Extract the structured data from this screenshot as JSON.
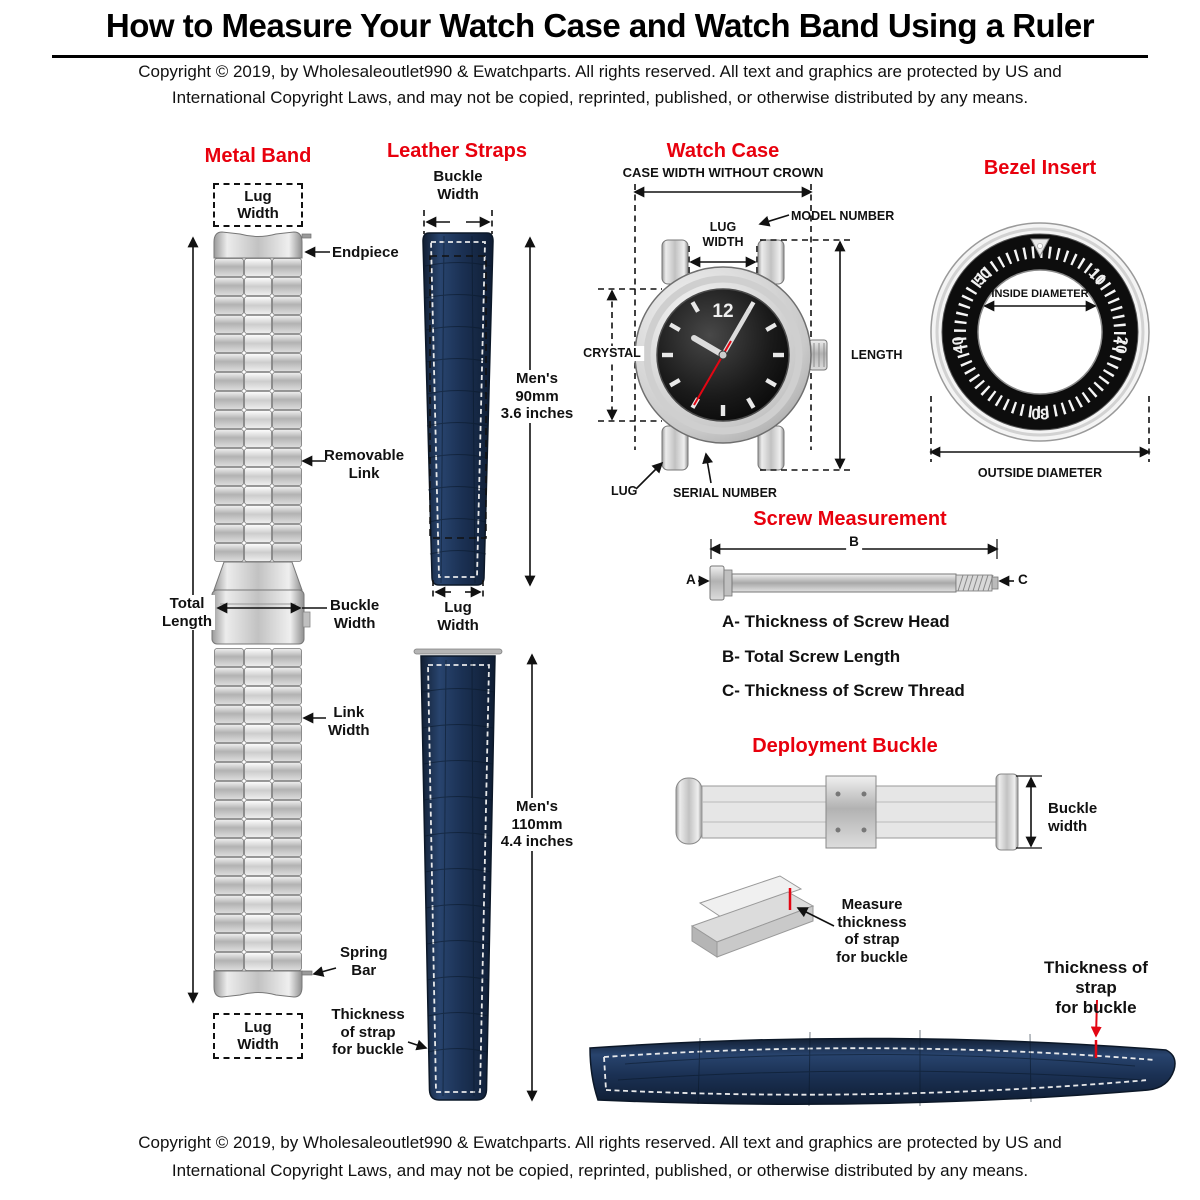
{
  "header": {
    "title": "How to Measure Your Watch Case and Watch Band Using a Ruler",
    "copyright_line1": "Copyright  © 2019, by Wholesaleoutlet990 & Ewatchparts. All rights reserved. All text and graphics are protected by US and",
    "copyright_line2": "International Copyright Laws, and may not be copied, reprinted, published, or otherwise distributed by any  means."
  },
  "metal_band": {
    "heading": "Metal Band",
    "lug_width_top": "Lug\nWidth",
    "endpiece": "Endpiece",
    "removable_link": "Removable\nLink",
    "total_length": "Total\nLength",
    "buckle_width": "Buckle\nWidth",
    "link_width": "Link\nWidth",
    "spring_bar": "Spring\nBar",
    "lug_width_bottom": "Lug\nWidth"
  },
  "leather_straps": {
    "heading": "Leather Straps",
    "buckle_width": "Buckle\nWidth",
    "strap1_length": "Men's\n90mm\n3.6 inches",
    "lug_width": "Lug\nWidth",
    "strap2_length": "Men's\n110mm\n4.4 inches",
    "strap_thickness": "Thickness\nof strap\nfor buckle"
  },
  "watch_case": {
    "heading": "Watch Case",
    "case_width": "CASE WIDTH WITHOUT CROWN",
    "lug_width": "LUG\nWIDTH",
    "model_number": "MODEL NUMBER",
    "crystal": "CRYSTAL",
    "length": "LENGTH",
    "lug": "LUG",
    "serial_number": "SERIAL NUMBER",
    "dial_numeral": "12"
  },
  "bezel_insert": {
    "heading": "Bezel Insert",
    "inside_diameter": "INSIDE DIAMETER",
    "outside_diameter": "OUTSIDE DIAMETER",
    "numbers": [
      "50",
      "40",
      "30",
      "20",
      "10"
    ]
  },
  "screw": {
    "heading": "Screw Measurement",
    "label_a": "A",
    "label_b": "B",
    "label_c": "C",
    "line_a": "A- Thickness of Screw Head",
    "line_b": "B- Total Screw Length",
    "line_c": "C- Thickness of Screw Thread"
  },
  "deployment_buckle": {
    "heading": "Deployment Buckle",
    "buckle_width": "Buckle\nwidth",
    "measure_thickness": "Measure\nthickness\nof strap\nfor buckle"
  },
  "bottom_strap": {
    "thickness": "Thickness of strap\nfor buckle"
  },
  "colors": {
    "heading_red": "#e8000d",
    "arrow_red": "#e30613",
    "strap_navy": "#1b3154",
    "steel_gray": "#c6c6c6",
    "text_black": "#111111"
  }
}
